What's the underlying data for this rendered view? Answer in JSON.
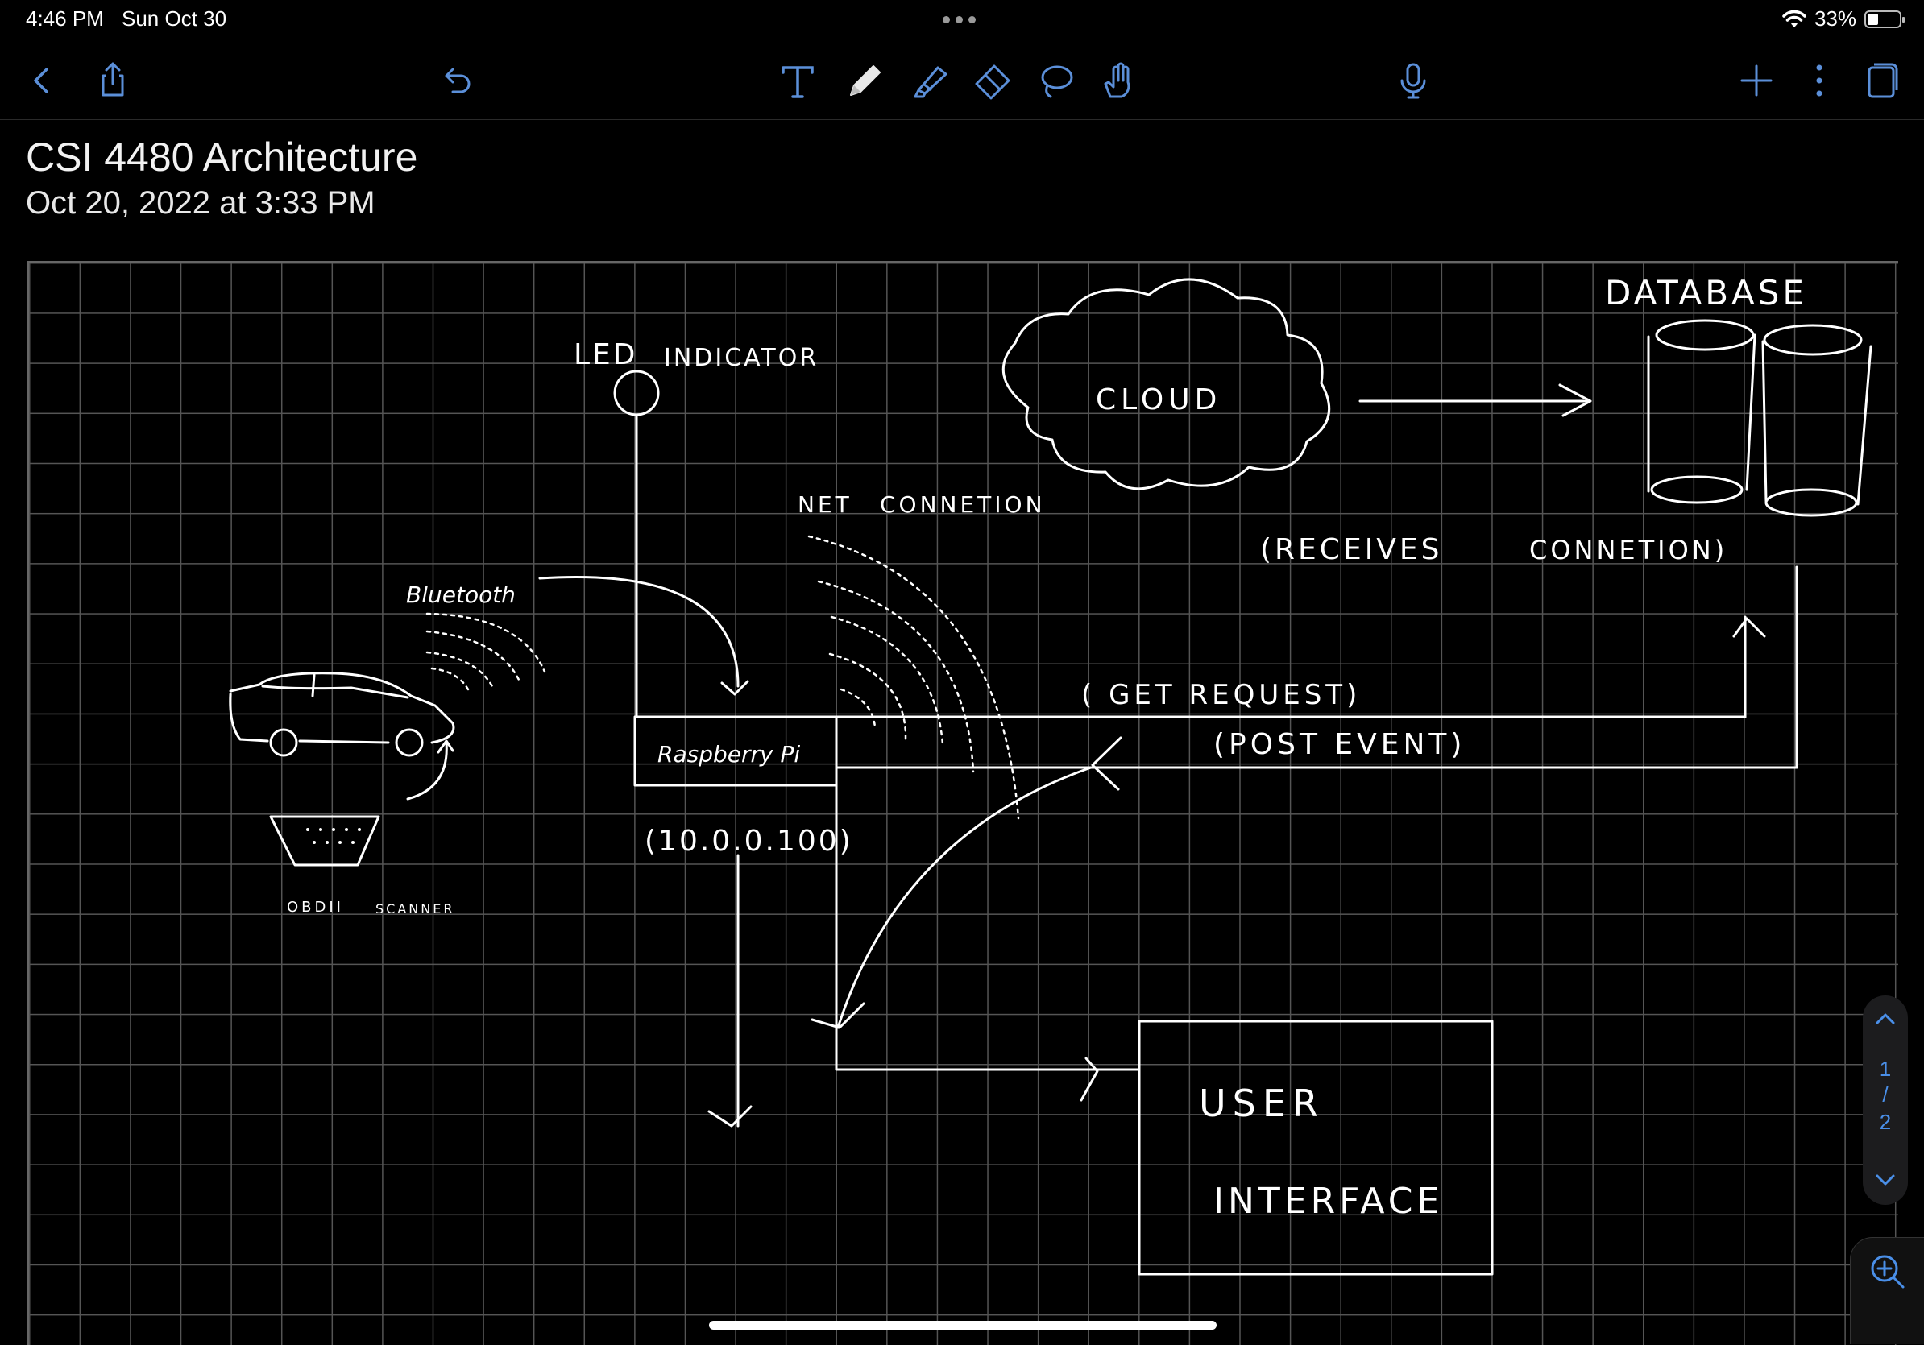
{
  "status": {
    "time": "4:46 PM",
    "date": "Sun Oct 30",
    "battery": "33%",
    "battery_level": 0.33
  },
  "toolbar": {
    "left": [
      "back-icon",
      "share-icon"
    ],
    "undo": "undo-icon",
    "tools": [
      "text-tool-icon",
      "pen-tool-icon",
      "highlighter-tool-icon",
      "eraser-tool-icon",
      "lasso-tool-icon",
      "hand-touch-icon"
    ],
    "mic": "microphone-icon",
    "right": [
      "add-icon",
      "more-icon",
      "pages-icon"
    ],
    "accent": "#5b8fd9"
  },
  "note": {
    "title": "CSI 4480 Architecture",
    "date": "Oct 20, 2022 at 3:33 PM"
  },
  "diagram": {
    "labels": {
      "led": "LED",
      "indicator": "INDICATOR",
      "cloud": "CLOUD",
      "database": "DATABASE",
      "net": "NET",
      "connetion": "CONNETION",
      "receives": "(RECEIVES",
      "receives_conn": "CONNETION)",
      "bluetooth": "Bluetooth",
      "get_request": "( GET REQUEST)",
      "post_event": "(POST   EVENT)",
      "raspberry": "Raspberry Pi",
      "ip": "(10.0.0.100)",
      "obd": "OBDII",
      "scanner": "SCANNER",
      "user": "USER",
      "interface": "INTERFACE"
    }
  },
  "page_nav": {
    "current": "1",
    "separator": "/",
    "total": "2"
  }
}
